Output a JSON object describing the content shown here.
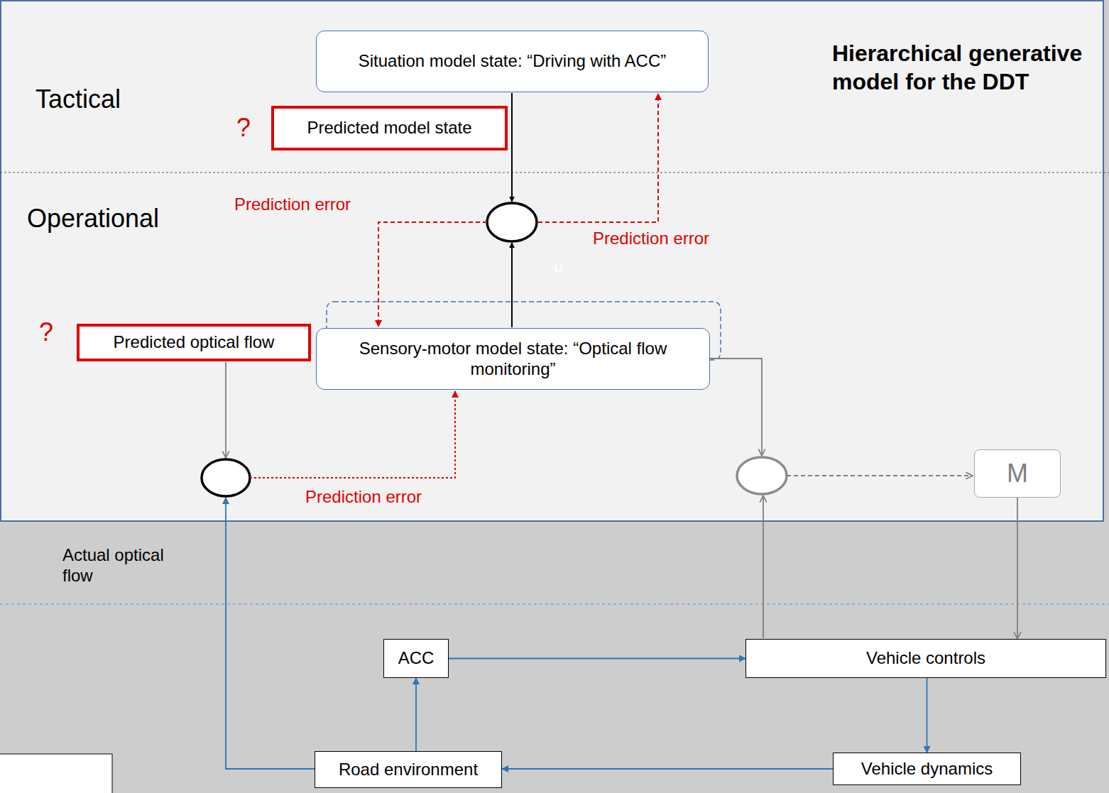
{
  "diagram": {
    "title": "Hierarchical generative model for the DDT",
    "nodes": [
      {
        "text": [
          "Situation model state: “Driving with ACC”"
        ]
      },
      {
        "text": [
          "Predicted model state"
        ]
      },
      {
        "text": [
          "Predicted optical flow"
        ]
      },
      {
        "text": [
          "Sensory-motor model state: “Optical flow monitoring”"
        ]
      },
      {
        "text": [
          "M"
        ]
      },
      {
        "text": [
          "ACC"
        ]
      },
      {
        "text": [
          "Vehicle controls"
        ]
      },
      {
        "text": [
          "Vehicle dynamics"
        ]
      },
      {
        "text": [
          "Road environment"
        ]
      }
    ],
    "edges": [
      {
        "from": 8,
        "to": 5,
        "arrow": "to"
      },
      {
        "from": 5,
        "to": 6,
        "arrow": "to"
      },
      {
        "from": 6,
        "to": 7,
        "arrow": "to"
      },
      {
        "from": 7,
        "to": 8,
        "arrow": "to"
      },
      {
        "from": 4,
        "to": 6,
        "arrow": "to"
      }
    ],
    "labels": [
      "Tactical",
      "?",
      "Operational",
      "Prediction error",
      "Prediction error",
      "u",
      "?",
      "Prediction error",
      "Actual optical flow"
    ]
  }
}
